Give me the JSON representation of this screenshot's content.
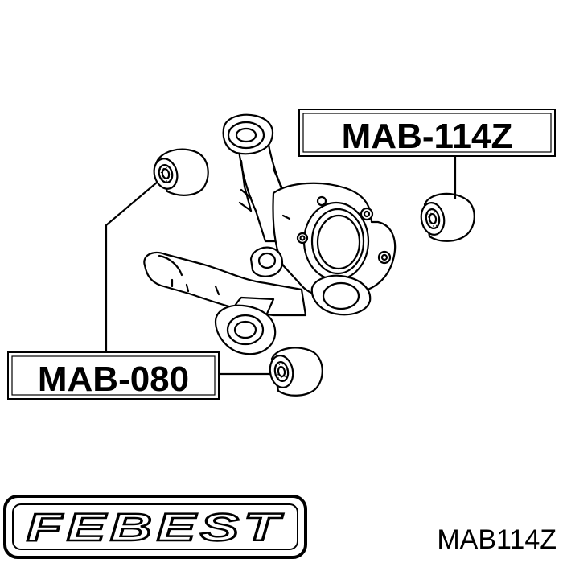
{
  "callouts": {
    "top_right": "MAB-114Z",
    "bottom_left": "MAB-080"
  },
  "brand": {
    "logo_text": "FEBEST"
  },
  "part_code": "MAB114Z",
  "colors": {
    "ink": "#000000",
    "paper": "#ffffff"
  }
}
